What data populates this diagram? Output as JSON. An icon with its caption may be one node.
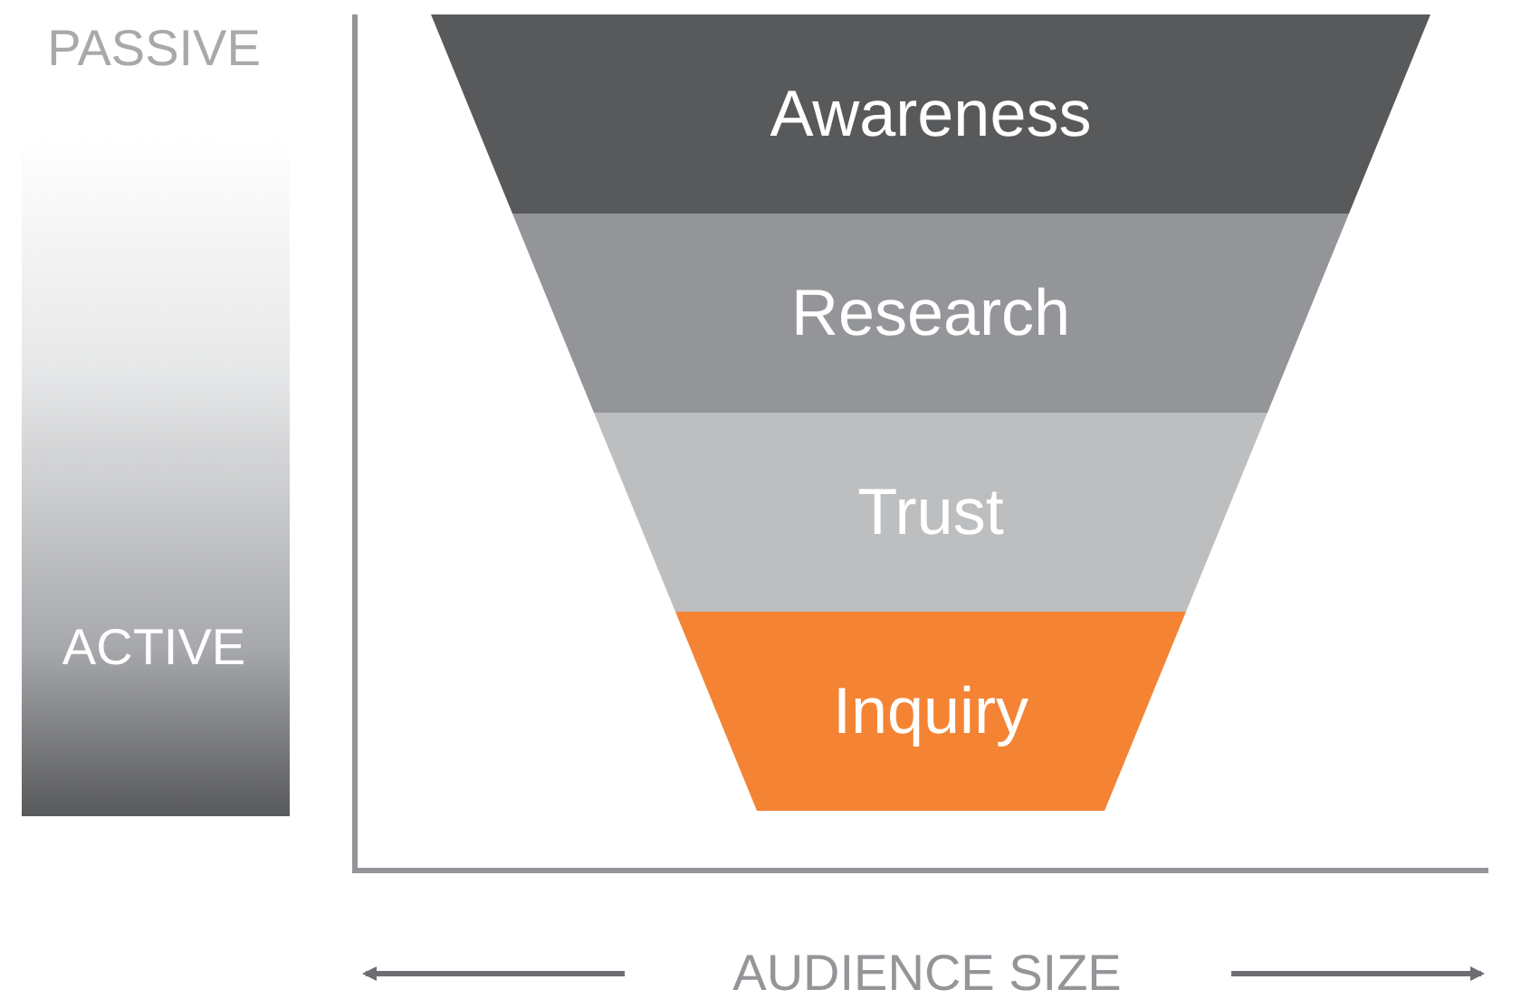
{
  "diagram": {
    "nodes": [
      {
        "text": [
          "Awareness"
        ]
      },
      {
        "text": [
          "Research"
        ]
      },
      {
        "text": [
          "Trust"
        ]
      },
      {
        "text": [
          "Inquiry"
        ]
      }
    ],
    "labels": [
      "PASSIVE",
      "ACTIVE",
      "AUDIENCE SIZE"
    ]
  }
}
